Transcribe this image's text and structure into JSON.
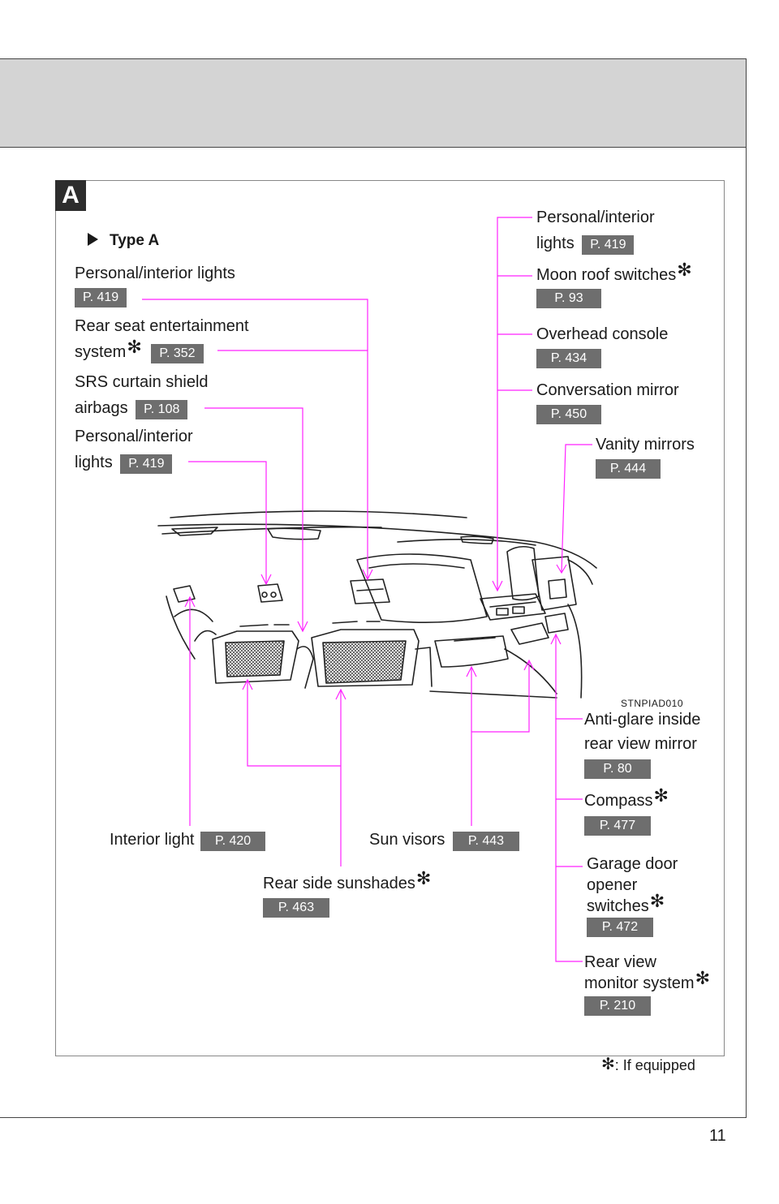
{
  "section_letter": "A",
  "type_label": "Type A",
  "figure_code": "STNPIAD010",
  "footnote": ": If equipped",
  "page_number": "11",
  "leader_color": "#ff22ff",
  "badge_color": "#6e6e6e",
  "callouts": {
    "pil_left1": {
      "text": "Personal/interior lights",
      "page": "P. 419"
    },
    "rse": {
      "line1": "Rear seat entertainment",
      "line2": "system",
      "page": "P. 352"
    },
    "srs": {
      "line1": "SRS curtain shield",
      "line2": "airbags",
      "page": "P. 108"
    },
    "pil_left2": {
      "line1": "Personal/interior",
      "line2": "lights",
      "page": "P. 419"
    },
    "pil_right": {
      "line1": "Personal/interior",
      "line2": "lights",
      "page": "P. 419"
    },
    "moon": {
      "text": "Moon roof switches",
      "page": "P. 93"
    },
    "overhead": {
      "text": "Overhead console",
      "page": "P. 434"
    },
    "conv": {
      "text": "Conversation mirror",
      "page": "P. 450"
    },
    "vanity": {
      "text": "Vanity mirrors",
      "page": "P. 444"
    },
    "antiglare": {
      "line1": "Anti-glare inside",
      "line2": "rear view mirror",
      "page": "P. 80"
    },
    "compass": {
      "text": "Compass",
      "page": "P. 477"
    },
    "garage": {
      "line1": "Garage door",
      "line2": "opener",
      "line3": "switches",
      "page": "P. 472"
    },
    "rearview": {
      "line1": "Rear view",
      "line2": "monitor system",
      "page": "P. 210"
    },
    "interior": {
      "text": "Interior light",
      "page": "P. 420"
    },
    "sunvisors": {
      "text": "Sun visors",
      "page": "P. 443"
    },
    "sunshades": {
      "text": "Rear side sunshades",
      "page": "P. 463"
    }
  }
}
